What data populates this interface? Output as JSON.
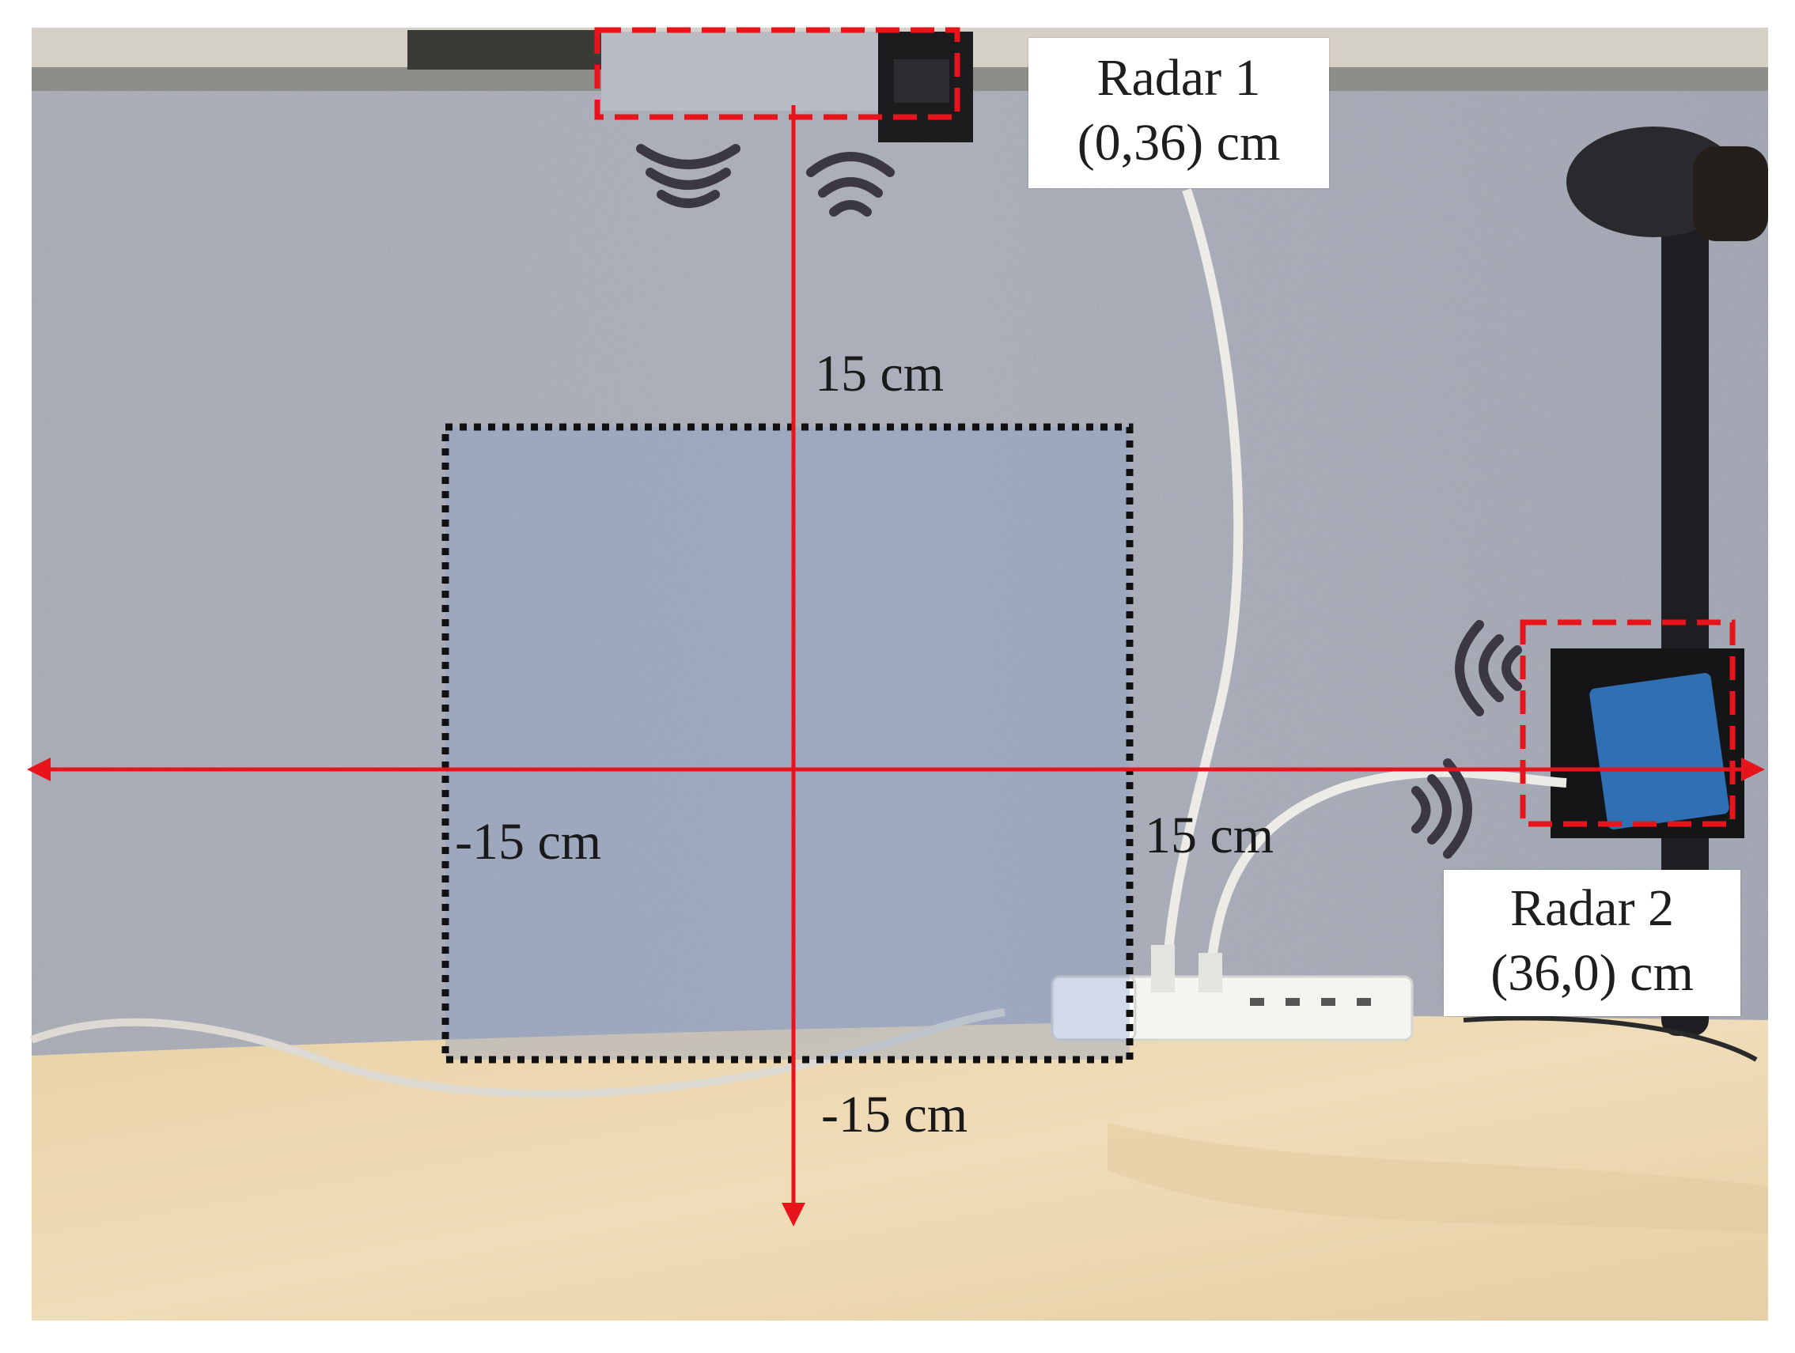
{
  "radar1": {
    "name": "Radar 1",
    "coords": "(0,36) cm"
  },
  "radar2": {
    "name": "Radar 2",
    "coords": "(36,0) cm"
  },
  "axis_labels": {
    "y_top": "15 cm",
    "y_bottom": "-15 cm",
    "x_left": "-15 cm",
    "x_right": "15 cm"
  },
  "colors": {
    "axis": "#e8141b",
    "radar_box": "#e8141b",
    "zone_border": "#111111",
    "zone_fill": "#8a9dc4",
    "wall": "#a3a7b4",
    "desk": "#ecd8b2",
    "wave": "#3b3744"
  }
}
